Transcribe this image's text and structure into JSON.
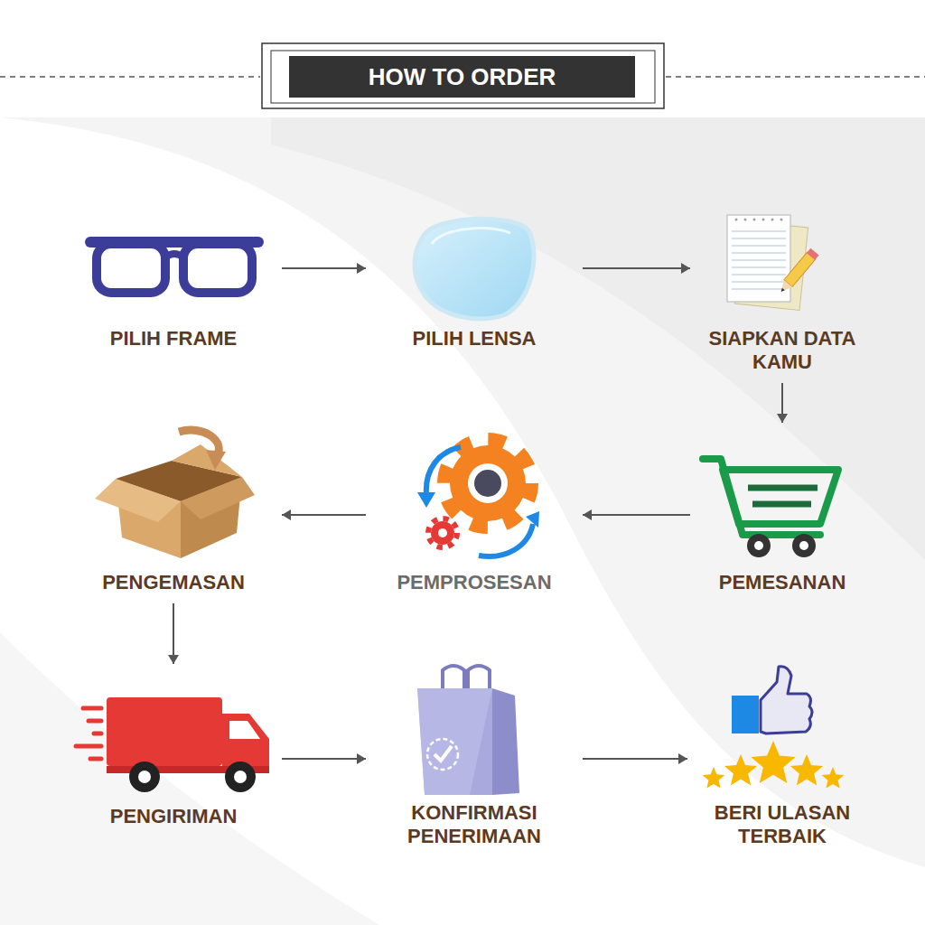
{
  "diagram": {
    "title": "HOW TO ORDER",
    "nodes": [
      {
        "text": [
          "PILIH FRAME"
        ]
      },
      {
        "text": [
          "PILIH LENSA"
        ]
      },
      {
        "text": [
          "SIAPKAN DATA KAMU"
        ]
      },
      {
        "text": [
          "PENGEMASAN"
        ]
      },
      {
        "text": [
          "PEMPROSESAN"
        ]
      },
      {
        "text": [
          "PEMESANAN"
        ]
      },
      {
        "text": [
          "PENGIRIMAN"
        ]
      },
      {
        "text": [
          "KONFIRMASI PENERIMAAN"
        ]
      },
      {
        "text": [
          "BERI ULASAN TERBAIK"
        ]
      }
    ],
    "edges": [
      {
        "from": 0,
        "to": 1,
        "arrow": "to"
      },
      {
        "from": 1,
        "to": 2,
        "arrow": "to"
      },
      {
        "from": 2,
        "to": 5,
        "arrow": "to"
      },
      {
        "from": 5,
        "to": 4,
        "arrow": "to"
      },
      {
        "from": 4,
        "to": 3,
        "arrow": "to"
      },
      {
        "from": 3,
        "to": 6,
        "arrow": "to"
      },
      {
        "from": 6,
        "to": 7,
        "arrow": "to"
      },
      {
        "from": 7,
        "to": 8,
        "arrow": "to"
      }
    ]
  }
}
